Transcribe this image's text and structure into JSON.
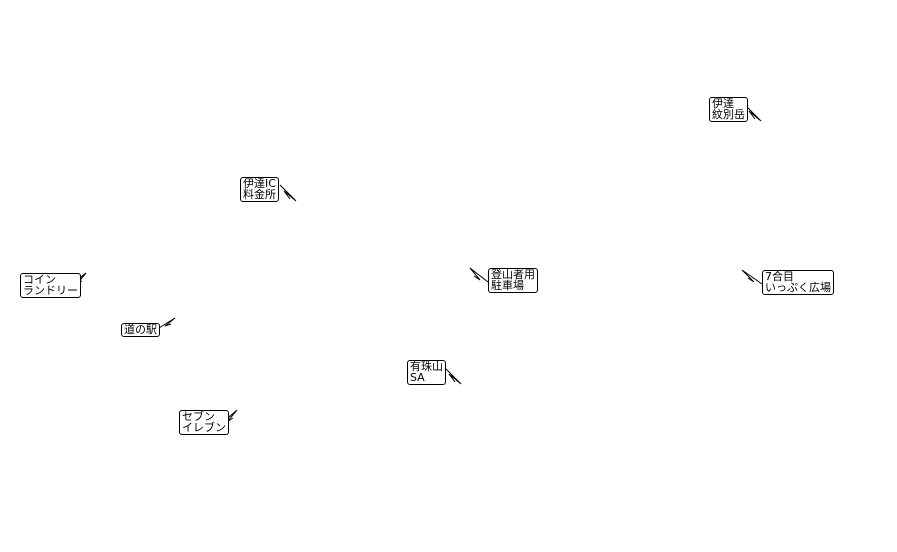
{
  "map": {
    "background": "#ffffff",
    "callouts": [
      {
        "id": "date-monbetsudake",
        "lines": [
          "伊達",
          "紋別岳"
        ]
      },
      {
        "id": "date-ic-tollgate",
        "lines": [
          "伊達IC",
          "料金所"
        ]
      },
      {
        "id": "coin-laundry",
        "lines": [
          "コイン",
          "ランドリー"
        ]
      },
      {
        "id": "climbers-parking",
        "lines": [
          "登山者用",
          "駐車場"
        ]
      },
      {
        "id": "seventh-station-ippuku-plaza",
        "lines": [
          "7合目",
          "いっぷく広場"
        ]
      },
      {
        "id": "michi-no-eki",
        "lines": [
          "道の駅"
        ]
      },
      {
        "id": "usuzan-sa",
        "lines": [
          "有珠山",
          "SA"
        ]
      },
      {
        "id": "seven-eleven",
        "lines": [
          "セブン",
          "イレブン"
        ]
      }
    ]
  }
}
